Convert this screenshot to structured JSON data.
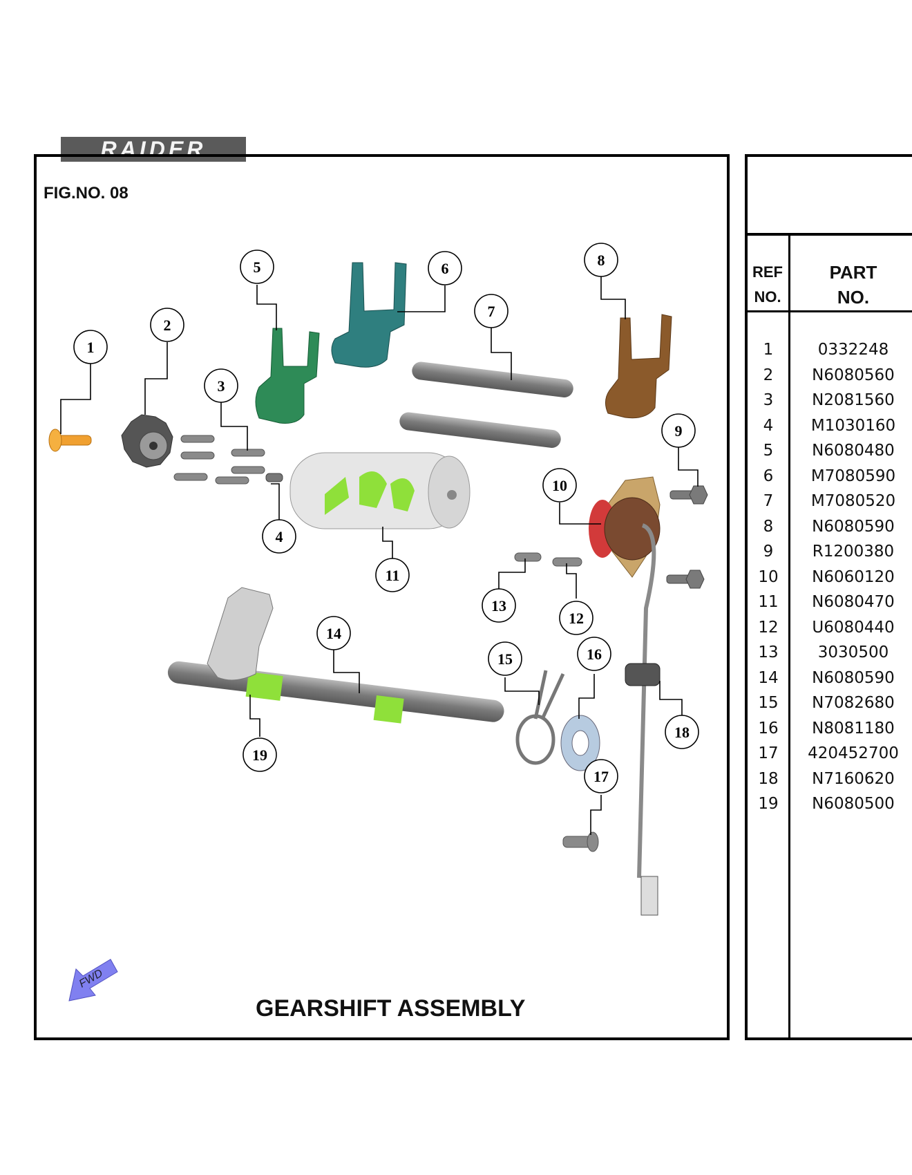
{
  "brand": {
    "logo_text": "RAIDER"
  },
  "figure": {
    "number_label": "FIG.NO. 08",
    "title": "GEARSHIFT ASSEMBLY",
    "direction_label": "FWD"
  },
  "table": {
    "header_ref": [
      "REF",
      "NO."
    ],
    "header_part": [
      "PART",
      "NO."
    ],
    "rows": [
      {
        "ref": "1",
        "part": "0332248"
      },
      {
        "ref": "2",
        "part": "N6080560"
      },
      {
        "ref": "3",
        "part": "N2081560"
      },
      {
        "ref": "4",
        "part": "M1030160"
      },
      {
        "ref": "5",
        "part": "N6080480"
      },
      {
        "ref": "6",
        "part": "M7080590"
      },
      {
        "ref": "7",
        "part": "M7080520"
      },
      {
        "ref": "8",
        "part": "N6080590"
      },
      {
        "ref": "9",
        "part": "R1200380"
      },
      {
        "ref": "10",
        "part": "N6060120"
      },
      {
        "ref": "11",
        "part": "N6080470"
      },
      {
        "ref": "12",
        "part": "U6080440"
      },
      {
        "ref": "13",
        "part": "3030500"
      },
      {
        "ref": "14",
        "part": "N6080590"
      },
      {
        "ref": "15",
        "part": "N7082680"
      },
      {
        "ref": "16",
        "part": "N8081180"
      },
      {
        "ref": "17",
        "part": "420452700"
      },
      {
        "ref": "18",
        "part": "N7160620"
      },
      {
        "ref": "19",
        "part": "N6080500"
      }
    ]
  },
  "callouts": [
    "1",
    "2",
    "3",
    "4",
    "5",
    "6",
    "7",
    "8",
    "9",
    "10",
    "11",
    "12",
    "13",
    "14",
    "15",
    "16",
    "17",
    "18",
    "19"
  ],
  "colors": {
    "fork_5": "#2e8b57",
    "fork_6": "#2f7f7f",
    "fork_8": "#8b5a2b",
    "pin_1": "#f0a030",
    "accent_green": "#8fe03a",
    "metal": "#8c8c8c",
    "arrow": "#8080f0"
  }
}
